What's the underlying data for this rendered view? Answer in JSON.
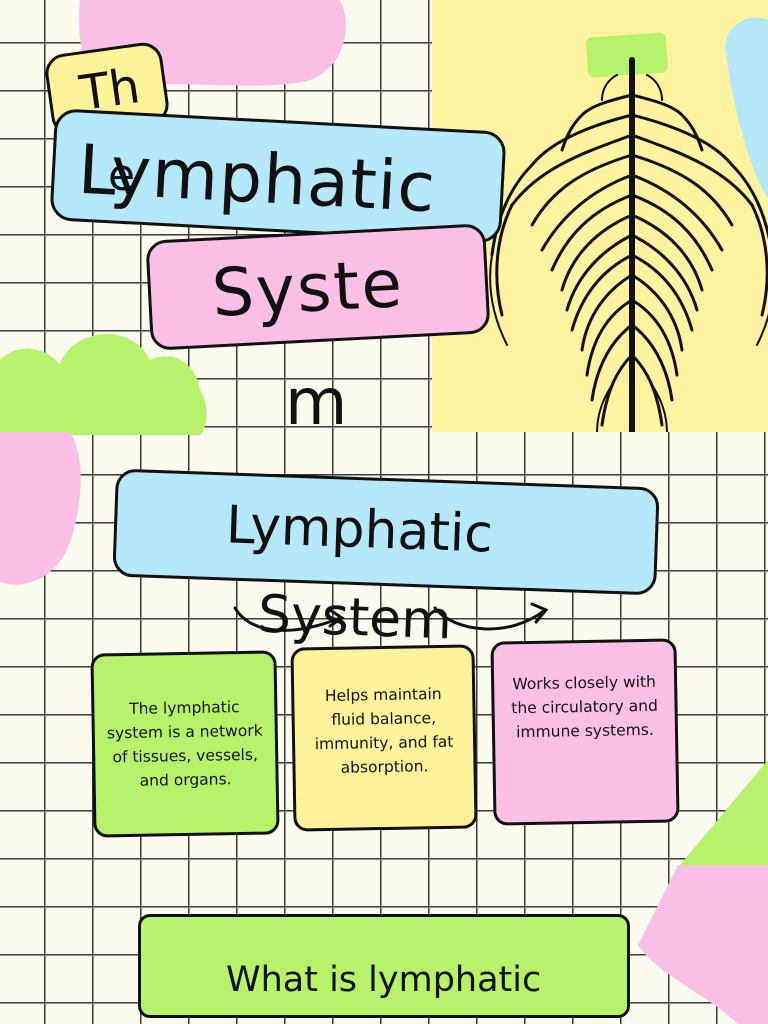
{
  "slide1": {
    "title_th": "Th",
    "title_e": "e",
    "title_lymphatic": "Lymphatic",
    "title_syste": "Syste",
    "title_m": "m"
  },
  "slide2": {
    "heading_line1": "Lymphatic",
    "heading_line2": "System",
    "cards": [
      {
        "text": "The lymphatic system is a network of tissues, vessels, and organs.",
        "color": "#b7f26b"
      },
      {
        "text": "Helps maintain fluid balance, immunity, and fat absorption.",
        "color": "#fdf39a"
      },
      {
        "text": "Works closely with the circulatory and immune systems.",
        "color": "#fcc0e6"
      }
    ]
  },
  "slide3": {
    "question": "What is lymphatic"
  },
  "colors": {
    "blue": "#b6e8fb",
    "pink": "#fcc0e6",
    "green": "#b7f26b",
    "yellow": "#fdf39a",
    "outline": "#111111"
  },
  "icons": [
    "lymph-network-illustration",
    "arrow-icon"
  ]
}
